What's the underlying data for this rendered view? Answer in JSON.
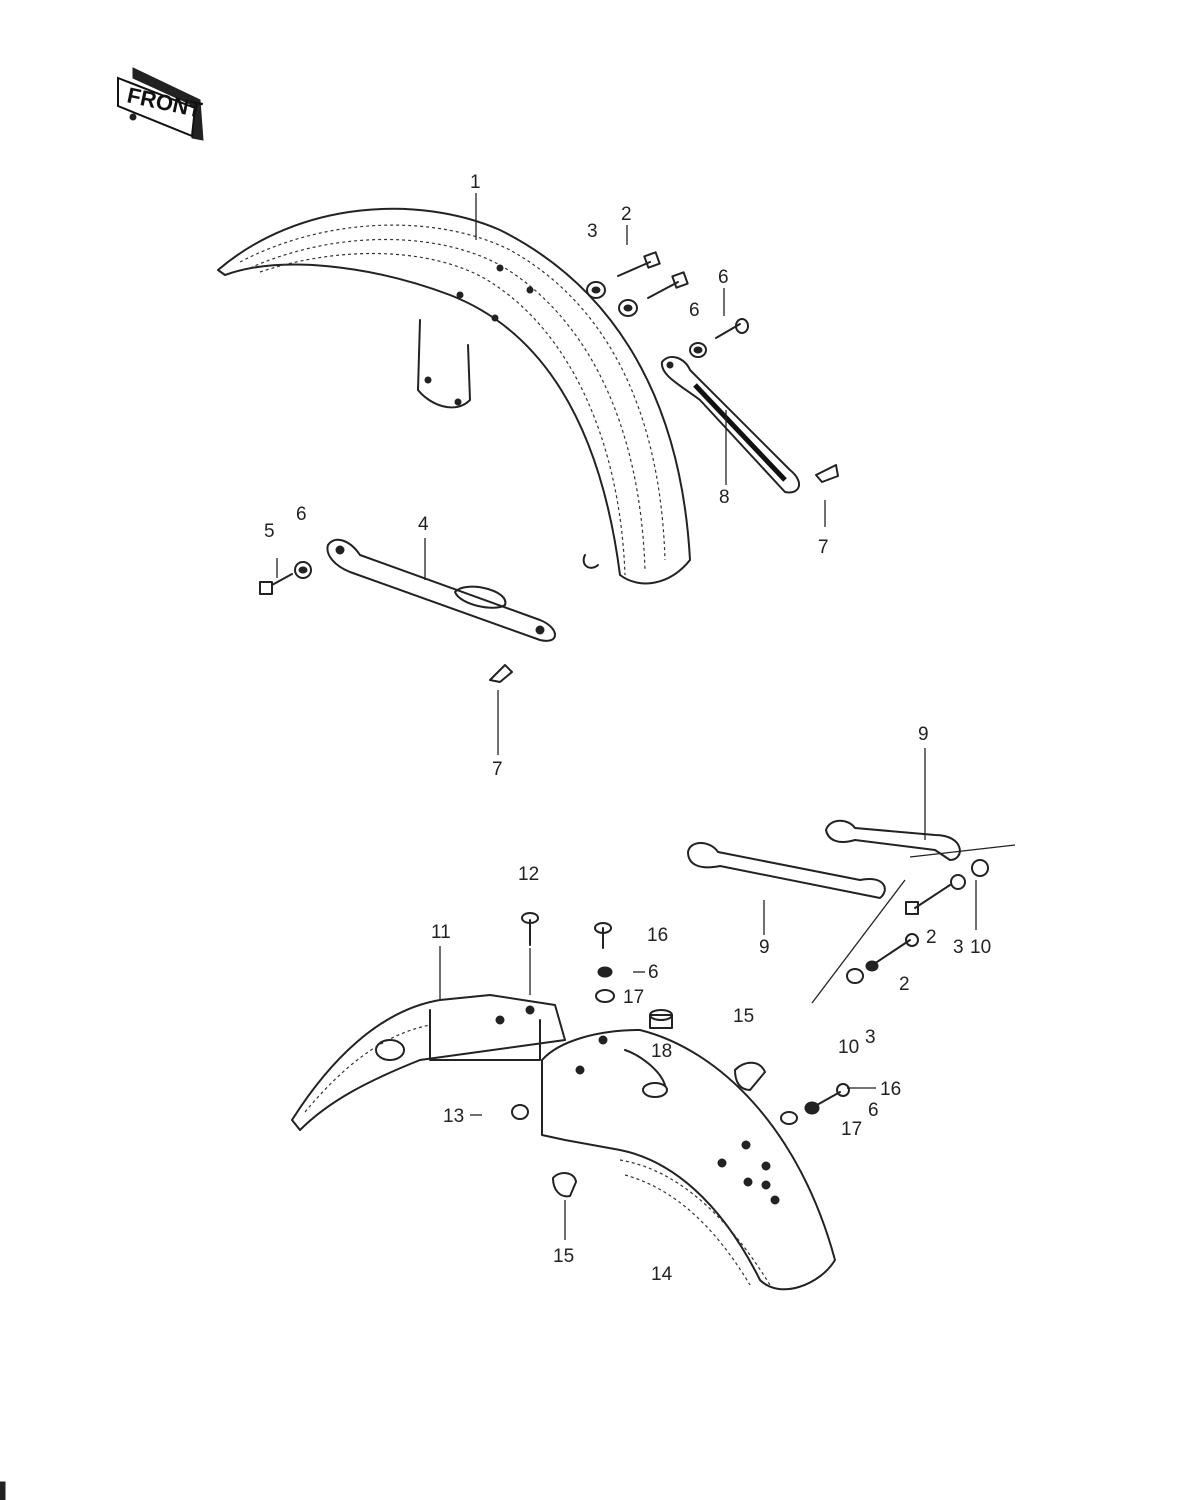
{
  "badge": {
    "text": "FRONT"
  },
  "callouts": [
    {
      "id": "c1",
      "text": "1"
    },
    {
      "id": "c2a",
      "text": "2"
    },
    {
      "id": "c3a",
      "text": "3"
    },
    {
      "id": "c6a",
      "text": "6"
    },
    {
      "id": "c6b",
      "text": "6"
    },
    {
      "id": "c8",
      "text": "8"
    },
    {
      "id": "c7a",
      "text": "7"
    },
    {
      "id": "c5",
      "text": "5"
    },
    {
      "id": "c6c",
      "text": "6"
    },
    {
      "id": "c4",
      "text": "4"
    },
    {
      "id": "c7b",
      "text": "7"
    },
    {
      "id": "c9a",
      "text": "9"
    },
    {
      "id": "c9b",
      "text": "9"
    },
    {
      "id": "c12",
      "text": "12"
    },
    {
      "id": "c11",
      "text": "11"
    },
    {
      "id": "c16a",
      "text": "16"
    },
    {
      "id": "c6d",
      "text": "6"
    },
    {
      "id": "c17a",
      "text": "17"
    },
    {
      "id": "c18",
      "text": "18"
    },
    {
      "id": "c15a",
      "text": "15"
    },
    {
      "id": "c2b",
      "text": "2"
    },
    {
      "id": "c3b",
      "text": "3"
    },
    {
      "id": "c10a",
      "text": "10"
    },
    {
      "id": "c2c",
      "text": "2"
    },
    {
      "id": "c10b",
      "text": "10"
    },
    {
      "id": "c3c",
      "text": "3"
    },
    {
      "id": "c16b",
      "text": "16"
    },
    {
      "id": "c6e",
      "text": "6"
    },
    {
      "id": "c17b",
      "text": "17"
    },
    {
      "id": "c13",
      "text": "13"
    },
    {
      "id": "c15b",
      "text": "15"
    },
    {
      "id": "c14",
      "text": "14"
    }
  ]
}
